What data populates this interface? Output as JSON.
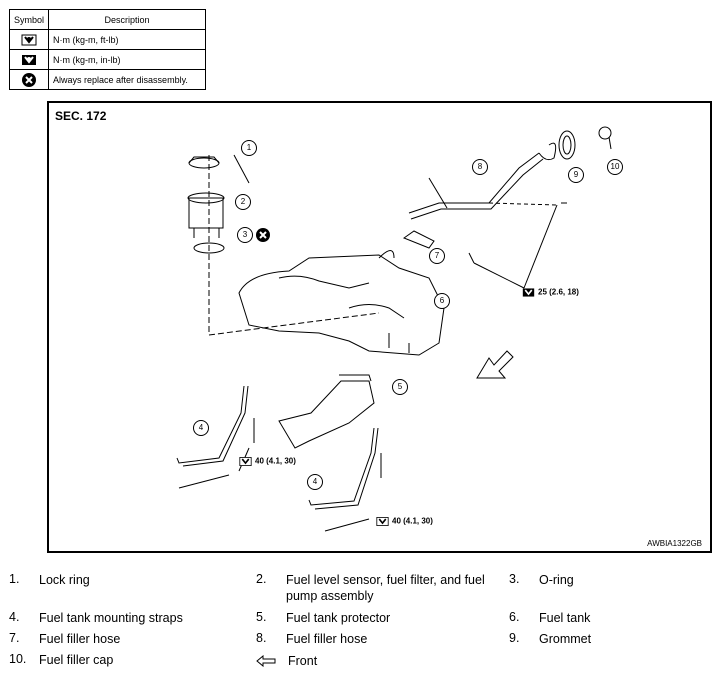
{
  "symbol_table": {
    "header_symbol": "Symbol",
    "header_description": "Description",
    "rows": [
      {
        "icon": "torque-wrench-ftlb-icon",
        "description": "N·m (kg-m, ft-lb)"
      },
      {
        "icon": "torque-wrench-inlb-icon",
        "description": "N·m (kg-m, in-lb)"
      },
      {
        "icon": "replace-x-icon",
        "description": "Always replace after disassembly."
      }
    ]
  },
  "diagram": {
    "section": "SEC. 172",
    "figure_id": "AWBIA1322GB",
    "callouts": [
      "1",
      "2",
      "3",
      "4",
      "4",
      "5",
      "6",
      "7",
      "8",
      "9",
      "10"
    ],
    "torques": [
      "25 (2.6, 18)",
      "40 (4.1, 30)",
      "40 (4.1, 30)"
    ]
  },
  "parts": [
    {
      "num": "1.",
      "name": "Lock ring"
    },
    {
      "num": "2.",
      "name": "Fuel level sensor, fuel filter, and fuel pump assembly"
    },
    {
      "num": "3.",
      "name": "O-ring"
    },
    {
      "num": "4.",
      "name": "Fuel tank mounting straps"
    },
    {
      "num": "5.",
      "name": "Fuel tank protector"
    },
    {
      "num": "6.",
      "name": "Fuel tank"
    },
    {
      "num": "7.",
      "name": "Fuel filler hose"
    },
    {
      "num": "8.",
      "name": "Fuel filler hose"
    },
    {
      "num": "9.",
      "name": "Grommet"
    },
    {
      "num": "10.",
      "name": "Fuel filler cap"
    }
  ],
  "front_legend": {
    "icon": "front-arrow-icon",
    "label": "Front"
  }
}
